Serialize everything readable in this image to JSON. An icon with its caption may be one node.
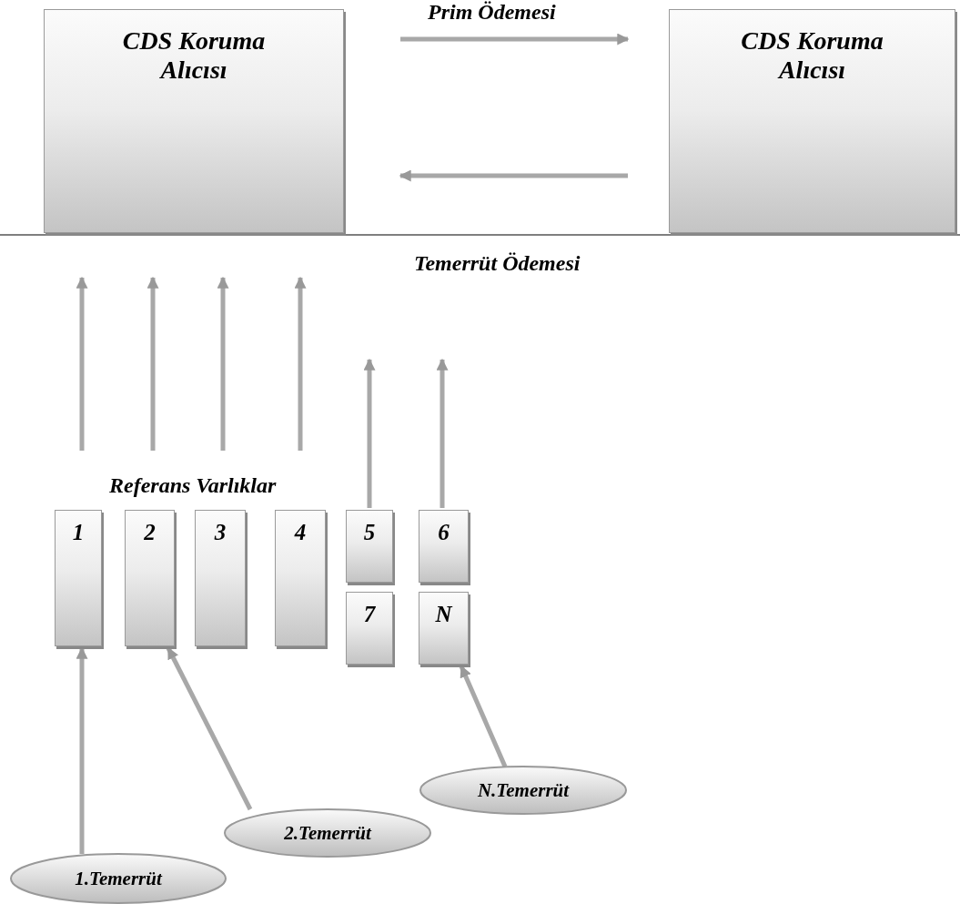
{
  "diagram": {
    "nodes": [
      {
        "text": [
          "CDS Koruma Alıcısı"
        ]
      },
      {
        "text": [
          "CDS Koruma Alıcısı"
        ]
      },
      {
        "text": [
          "1"
        ]
      },
      {
        "text": [
          "2"
        ]
      },
      {
        "text": [
          "3"
        ]
      },
      {
        "text": [
          "4"
        ]
      },
      {
        "text": [
          "5"
        ]
      },
      {
        "text": [
          "6"
        ]
      },
      {
        "text": [
          "7"
        ]
      },
      {
        "text": [
          "N"
        ]
      },
      {
        "text": [
          "1.Temerrüt"
        ]
      },
      {
        "text": [
          "2.Temerrüt"
        ]
      },
      {
        "text": [
          "N.Temerrüt"
        ]
      }
    ],
    "edges": [
      {
        "from": 0,
        "to": 1,
        "arrow": "to"
      },
      {
        "from": 1,
        "to": 0,
        "arrow": "to"
      },
      {
        "from": 6,
        "to": null,
        "arrow": "to"
      },
      {
        "from": 7,
        "to": null,
        "arrow": "to"
      },
      {
        "from": 10,
        "to": 2,
        "arrow": "to"
      },
      {
        "from": 11,
        "to": 3,
        "arrow": "to"
      },
      {
        "from": 12,
        "to": 9,
        "arrow": "to"
      }
    ],
    "labels": [
      "Prim Ödemesi",
      "Temerrüt Ödemesi",
      "Referans Varlıklar"
    ]
  }
}
